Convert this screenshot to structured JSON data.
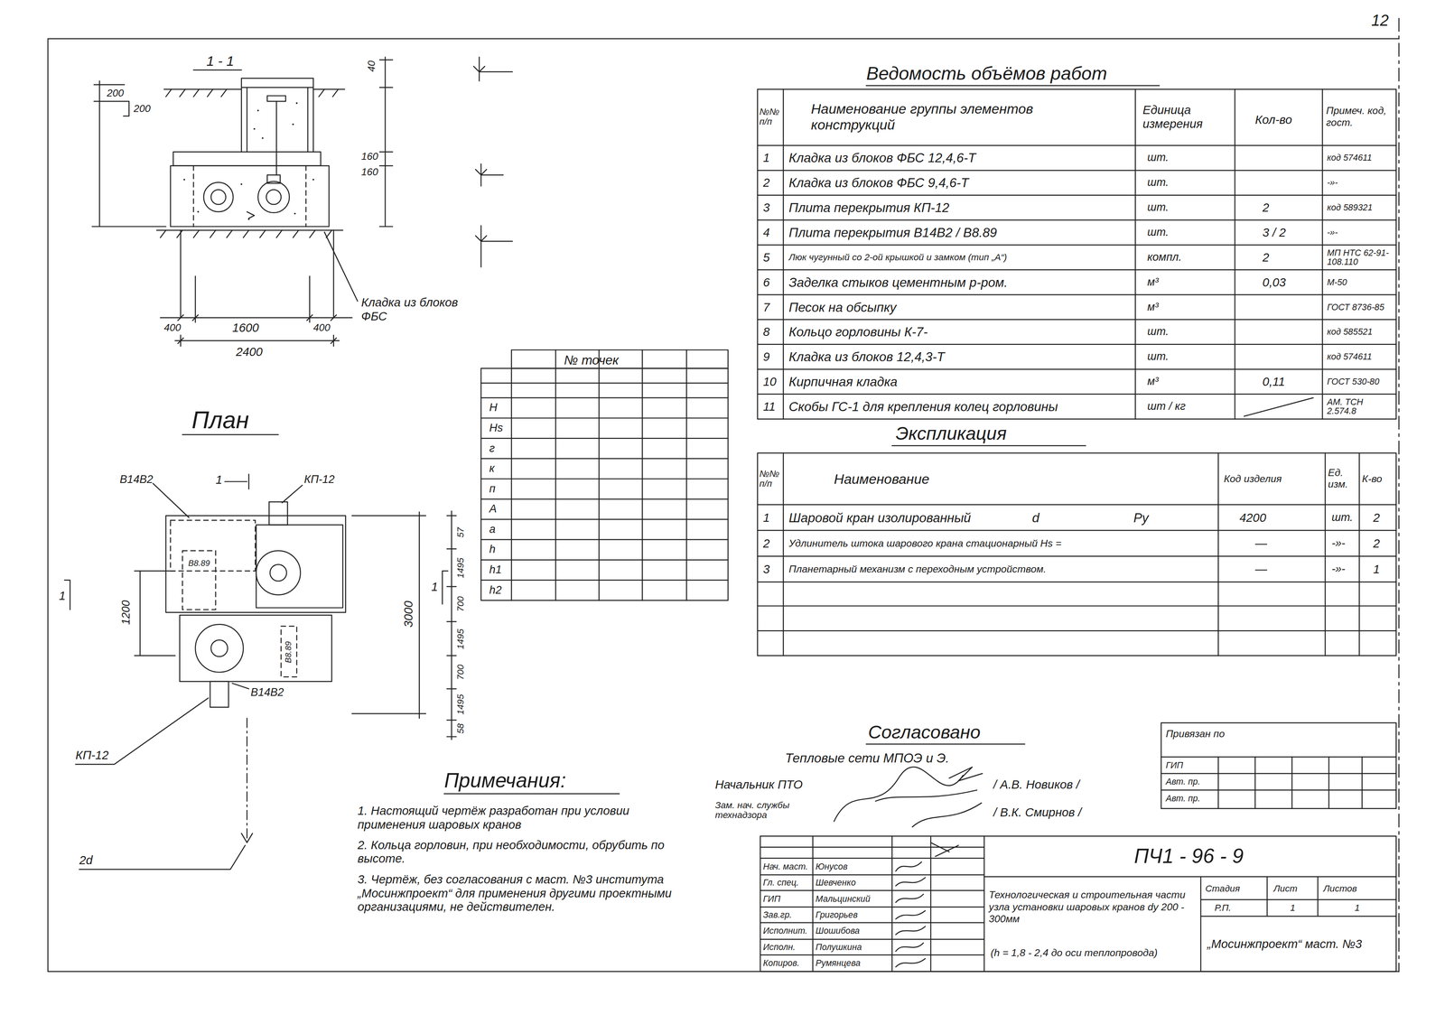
{
  "diagram": {
    "labels": [
      "12",
      "1 - 1",
      "200",
      "200",
      "40",
      "160",
      "160",
      "400",
      "1600",
      "400",
      "2400",
      "Кладка из блоков ФБС",
      "План",
      "В14В2",
      "1",
      "КП-12",
      "1",
      "В8.89",
      "1200",
      "В8.89",
      "КП-12",
      "В14В2",
      "3000",
      "58",
      "1495",
      "700",
      "1495",
      "700",
      "1495",
      "57",
      "1",
      "2d",
      "№ точек",
      "Н",
      "Hs",
      "г",
      "к",
      "п",
      "А",
      "а",
      "h",
      "h1",
      "h2",
      "Ведомость объёмов работ",
      "№№ п/п",
      "Наименование группы элементов конструкций",
      "Единица измерения",
      "Кол-во",
      "Примеч. код, гост.",
      "1",
      "Кладка из блоков ФБС 12,4,6-Т",
      "шт.",
      "код 574611",
      "2",
      "Кладка из блоков ФБС 9,4,6-Т",
      "шт.",
      "-»-",
      "3",
      "Плита перекрытия КП-12",
      "шт.",
      "2",
      "код 589321",
      "4",
      "Плита перекрытия В14В2 / В8.89",
      "шт.",
      "3 / 2",
      "-»-",
      "5",
      "Люк чугунный со 2-ой крышкой и замком (тип „А“)",
      "компл.",
      "2",
      "МП НТС 62-91-108.110",
      "6",
      "Заделка стыков цементным р-ром.",
      "м³",
      "0,03",
      "М-50",
      "7",
      "Песок на обсыпку",
      "м³",
      "ГОСТ 8736-85",
      "8",
      "Кольцо горловины К-7-",
      "шт.",
      "код 585521",
      "9",
      "Кладка из блоков 12,4,3-Т",
      "шт.",
      "код 574611",
      "10",
      "Кирпичная кладка",
      "м³",
      "0,11",
      "ГОСТ 530-80",
      "11",
      "Скобы ГС-1 для крепления колец горловины",
      "шт / кг",
      "АМ. ТСН 2.574.8",
      "Экспликация",
      "№№ п/п",
      "Наименование",
      "Код изделия",
      "Ед. изм.",
      "К-во",
      "1",
      "Шаровой кран изолированный",
      "d",
      "Ру",
      "4200",
      "шт.",
      "2",
      "2",
      "Удлинитель штока шарового крана стационарный Hs =",
      "—",
      "-»-",
      "2",
      "3",
      "Планетарный механизм с переходным устройством.",
      "—",
      "-»-",
      "1",
      "Согласовано",
      "Тепловые сети МПОЭ и Э.",
      "Начальник ПТО",
      "Зам. нач. службы технадзора",
      "/ А.В. Новиков /",
      "/ В.К. Смирнов /",
      "Привязан по",
      "ГИП",
      "Авт. пр.",
      "Авт. пр.",
      "Нач. маст.",
      "Юнусов",
      "Гл. спец.",
      "Шевченко",
      "ГИП",
      "Мальцинский",
      "Зав.гр.",
      "Григорьев",
      "Исполнит.",
      "Шошибова",
      "Исполн.",
      "Полушкина",
      "Копиров.",
      "Румянцева",
      "ПЧ1 - 96 - 9",
      "Технологическая и строительная части узла установки шаровых кранов dy 200 - 300мм",
      "(h = 1,8 - 2,4 до оси теплопровода)",
      "Стадия",
      "Лист",
      "Листов",
      "Р.П.",
      "1",
      "1",
      "„Мосинжпроект“ маст. №3",
      "Примечания:",
      "1. Настоящий чертёж разработан при условии применения шаровых кранов",
      "2. Кольца горловин, при необходимости, обрубить по высоте.",
      "3. Чертёж, без согласования с маст. №3 института „Мосинжпроект“ для применения другими проектными организациями, не действителен."
    ]
  }
}
